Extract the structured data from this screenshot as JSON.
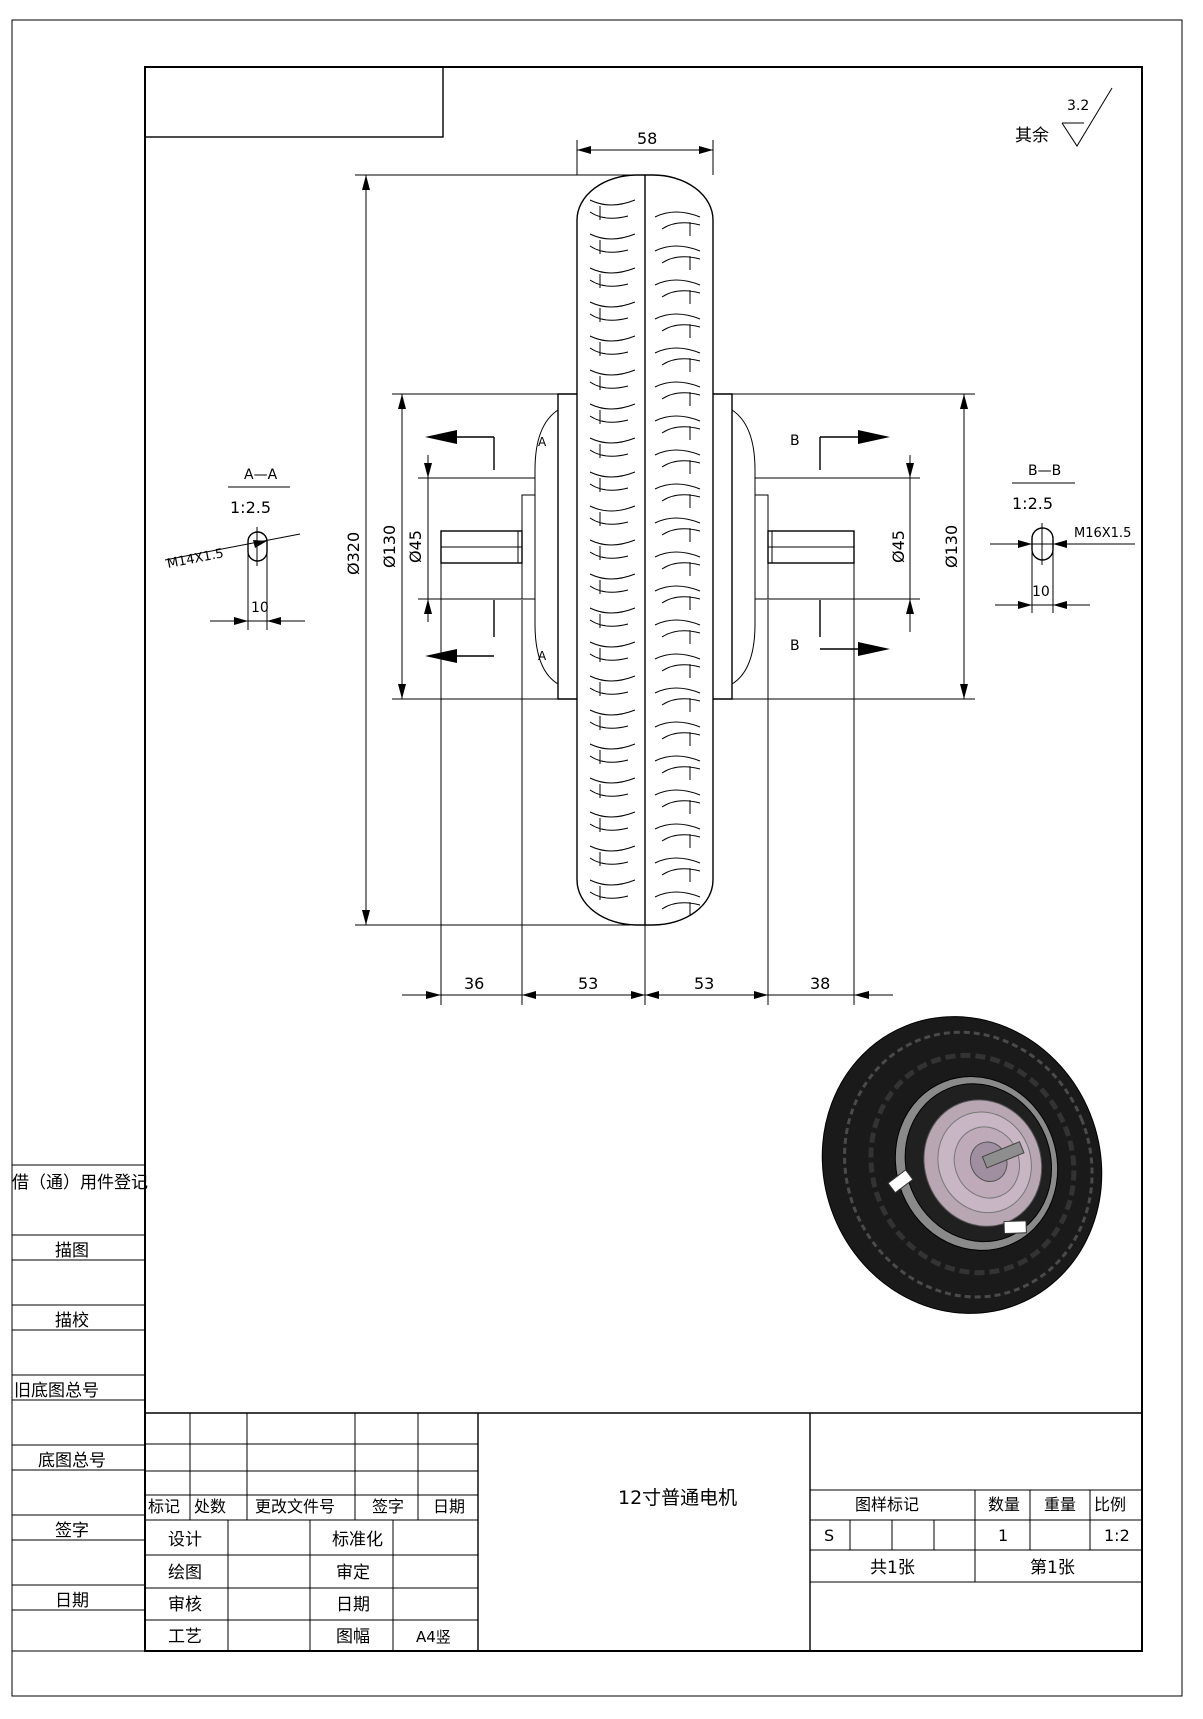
{
  "title_block": {
    "drawing_name": "12寸普通电机",
    "revision_headers": [
      "标记",
      "处数",
      "更改文件号",
      "签字",
      "日期"
    ],
    "sign_labels": {
      "design": "设计",
      "standardize": "标准化",
      "draw": "绘图",
      "approve": "审定",
      "review": "审核",
      "date": "日期",
      "process": "工艺",
      "sheet_size_label": "图幅",
      "sheet_size_value": "A4竖"
    },
    "info_headers": [
      "图样标记",
      "数量",
      "重量",
      "比例"
    ],
    "stage_mark": "S",
    "quantity": "1",
    "scale": "1:2",
    "sheets_total": "共1张",
    "sheet_no": "第1张"
  },
  "left_strip": {
    "items": [
      "借（通）用件登记",
      "描图",
      "描校",
      "旧底图总号",
      "底图总号",
      "签字",
      "日期"
    ]
  },
  "surface_finish": {
    "prefix": "其余",
    "roughness": "3.2"
  },
  "dimensions": {
    "width_top": "58",
    "dia_overall": "Ø320",
    "dia_hub_left": "Ø130",
    "dia_shaft_left": "Ø45",
    "dia_shaft_right": "Ø45",
    "dia_hub_right": "Ø130",
    "bottom": [
      "36",
      "53",
      "53",
      "38"
    ]
  },
  "section_aa": {
    "title": "A—A",
    "scale": "1:2.5",
    "thread": "M14X1.5",
    "width": "10"
  },
  "section_bb": {
    "title": "B—B",
    "scale": "1:2.5",
    "thread": "M16X1.5",
    "width": "10"
  },
  "section_marks": {
    "a": "A",
    "b": "B"
  }
}
